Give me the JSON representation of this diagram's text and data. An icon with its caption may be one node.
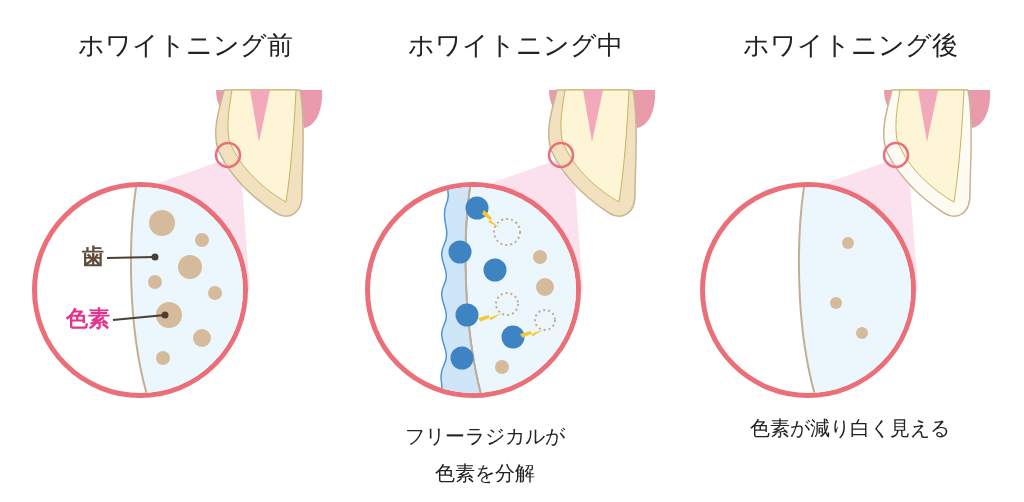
{
  "diagram": {
    "nodes": [
      {
        "text": [],
        "shape": "circle"
      },
      {
        "text": [],
        "shape": "circle",
        "beside": [
          "フリーラジカルが色素を分解"
        ]
      },
      {
        "text": [],
        "shape": "circle",
        "beside": [
          "色素が減り白く見える"
        ]
      },
      {
        "text": [
          "歯"
        ],
        "in": 0
      },
      {
        "text": [
          "色素"
        ],
        "in": 0
      }
    ],
    "edges": [
      {
        "from": 3,
        "to": null,
        "arrow": "other"
      },
      {
        "from": 4,
        "to": null,
        "arrow": "other"
      }
    ],
    "labels": [
      "ホワイトニング前",
      "ホワイトニング中",
      "ホワイトニング後"
    ]
  }
}
